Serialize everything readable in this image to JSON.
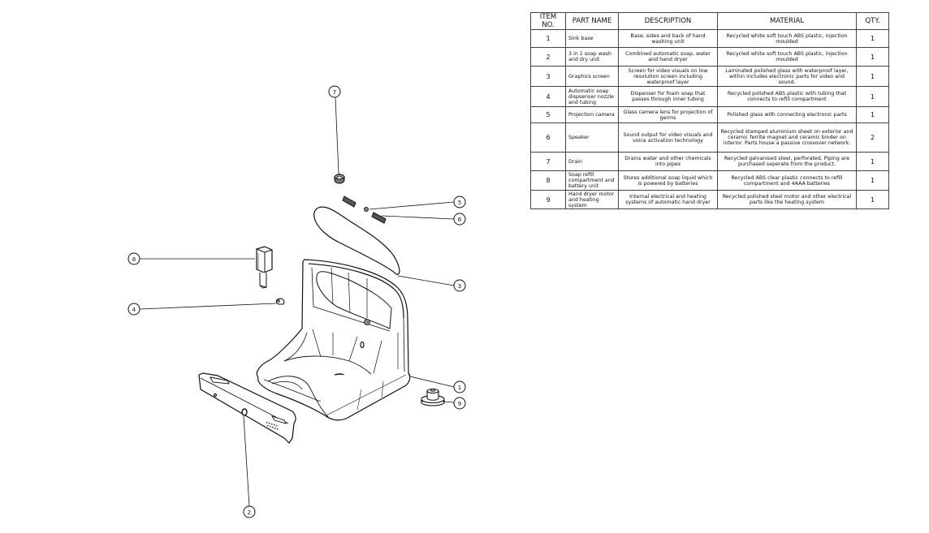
{
  "bom_table": {
    "headers": {
      "item_no": "ITEM NO.",
      "part_name": "PART NAME",
      "description": "DESCRIPTION",
      "material": "MATERIAL",
      "qty": "QTY."
    },
    "rows": [
      {
        "item": "1",
        "part_name": "Sink base",
        "description": "Base, sides and back of hand washing unit",
        "material": "Recycled white soft touch ABS plastic, injection moulded",
        "qty": "1"
      },
      {
        "item": "2",
        "part_name": "3 in 1 soap wash and dry unit",
        "description": "Combined automatic soap, water and hand dryer",
        "material": "Recycled white soft touch ABS plastic, injection moulded",
        "qty": "1"
      },
      {
        "item": "3",
        "part_name": "Graphics screen",
        "description": "Screen for video visuals on low resolution screen including waterproof layer",
        "material": "Laminated polished glass with waterproof layer, within includes electronic parts for video and sound.",
        "qty": "1"
      },
      {
        "item": "4",
        "part_name": "Automatic soap dispsenser nozzle and tubing",
        "description": "Dispenser for foam soap that passes through inner tubing",
        "material": "Recycled polished ABS plastic with tubing that connects to refill compartment",
        "qty": "1"
      },
      {
        "item": "5",
        "part_name": "Projection camera",
        "description": "Glass camera lens for projection of germs",
        "material": "Polished glass with connecting electronic parts",
        "qty": "1"
      },
      {
        "item": "6",
        "part_name": "Speaker",
        "description": "Sound output for video visuals and voice activation technology",
        "material": "Recycled stamped aluminium sheet on exterior and ceramic ferrite magnet and ceramic binder on interior. Parts house a passive crossover network.",
        "qty": "2"
      },
      {
        "item": "7",
        "part_name": "Drain",
        "description": "Drains water and other chemicals into pipes",
        "material": "Recycled galvanised steel, perforated. Piping are purchased seperate from the product.",
        "qty": "1"
      },
      {
        "item": "8",
        "part_name": "Soap refill compartment and battery unit",
        "description": "Stores additional soap liquid which is powered by batteries",
        "material": "Recycled ABS clear plastic connects to refill compartment and 4AAA batteries",
        "qty": "1"
      },
      {
        "item": "9",
        "part_name": "Hand dryer motor and heating system",
        "description": "Internal electrical and heating systems of automatic hand dryer",
        "material": "Recycled polished steel motor and other electrical parts like the heating system",
        "qty": "1"
      }
    ]
  },
  "balloons": {
    "b1": "1",
    "b2": "2",
    "b3": "3",
    "b4": "4",
    "b5": "5",
    "b6": "6",
    "b7": "7",
    "b8": "8",
    "b9": "9"
  },
  "colors": {
    "line": "#111111",
    "background": "#ffffff"
  }
}
